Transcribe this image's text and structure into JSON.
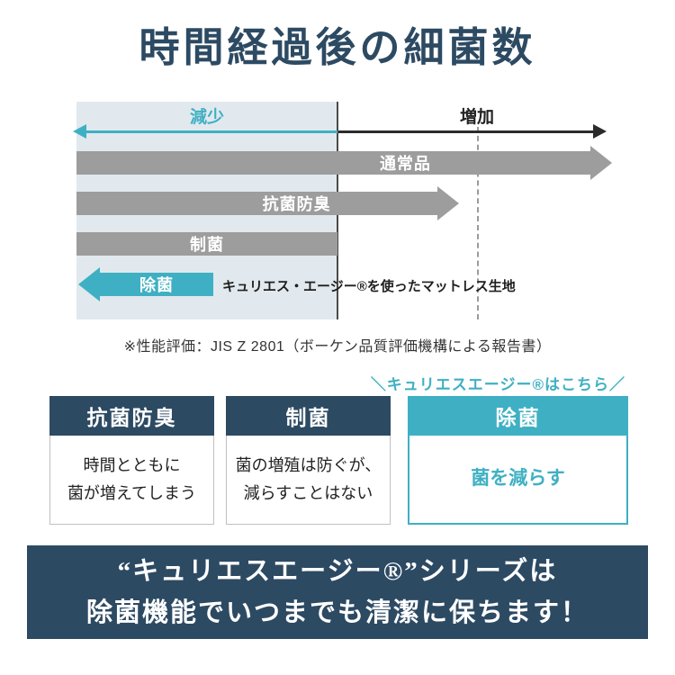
{
  "title": "時間経過後の細菌数",
  "chart": {
    "left_axis_label": "減少",
    "right_axis_label": "増加",
    "bars": [
      {
        "label": "通常品"
      },
      {
        "label": "抗菌防臭"
      },
      {
        "label": "制菌"
      },
      {
        "label": "除菌",
        "annotation": "キュリエス・エージー®を使ったマットレス生地"
      }
    ],
    "note": "※性能評価：JIS Z 2801（ボーケン品質評価機構による報告書）"
  },
  "callout": "＼キュリエスエージー®はこちら／",
  "cards": [
    {
      "title": "抗菌防臭",
      "body": "時間とともに\n菌が増えてしまう"
    },
    {
      "title": "制菌",
      "body": "菌の増殖は防ぐが、\n減らすことはない"
    },
    {
      "title": "除菌",
      "body": "菌を減らす"
    }
  ],
  "banner": {
    "line1": "“キュリエスエージー®”シリーズは",
    "line2": "除菌機能でいつまでも清潔に保ちます！"
  },
  "colors": {
    "navy": "#2d4a63",
    "teal": "#3fb0c3",
    "bar_gray": "#9d9d9d",
    "zone_bg": "#e1e9ee"
  }
}
